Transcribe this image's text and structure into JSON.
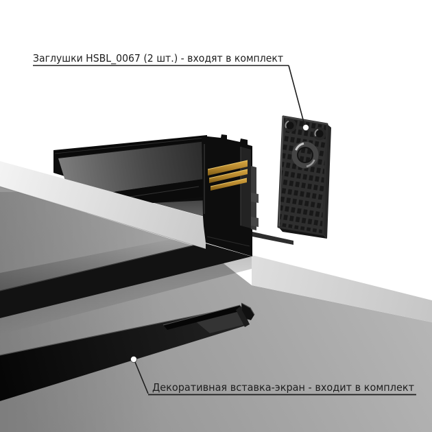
{
  "annotations": {
    "endcaps_label": "Заглушки HSBL_0067 (2 шт.) - входят в комплект",
    "insert_label": "Декоративная вставка-экран - входит в комплект"
  },
  "scene": {
    "type": "product-exploded-illustration",
    "parts": [
      "ceiling-cutout-panel",
      "recessed-magnetic-track-profile",
      "brass-contact-strips",
      "track-slot-opening",
      "end-cap-plate",
      "decorative-insert-strip"
    ],
    "colors": {
      "background": "#ffffff",
      "ceiling_surface": "#a6a6a6",
      "cut_edge_light": "#e8e8e8",
      "profile_black": "#0d0d0d",
      "contact_brass": "#c19a3a",
      "leader_line": "#1d1d1d",
      "leader_dot": "#ffffff",
      "label_text": "#1d1d1d"
    }
  }
}
